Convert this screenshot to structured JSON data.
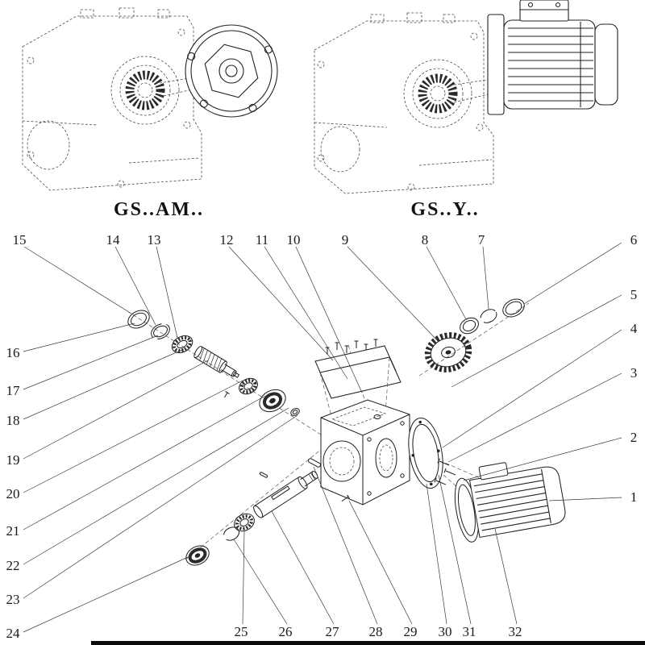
{
  "titles": {
    "left": "GS..AM..",
    "right": "GS..Y.."
  },
  "callouts": {
    "top": [
      "15",
      "14",
      "13",
      "12",
      "11",
      "10",
      "9",
      "8",
      "7",
      "6"
    ],
    "left": [
      "16",
      "17",
      "18",
      "19",
      "20",
      "21",
      "22",
      "23",
      "24"
    ],
    "right": [
      "5",
      "4",
      "3",
      "2",
      "1"
    ],
    "bottom": [
      "25",
      "26",
      "27",
      "28",
      "29",
      "30",
      "31",
      "32"
    ]
  }
}
